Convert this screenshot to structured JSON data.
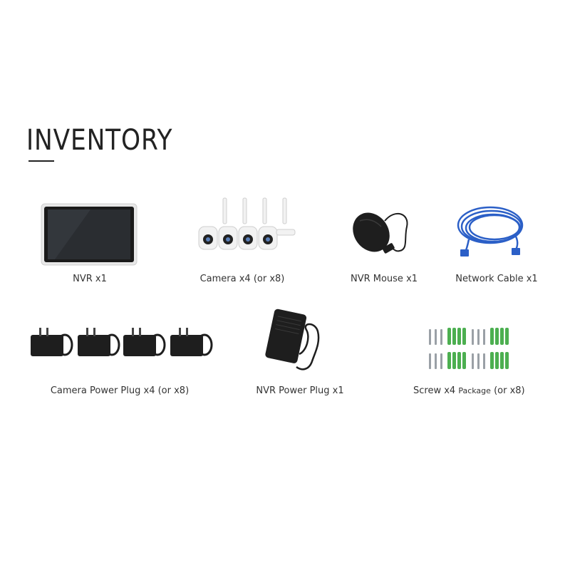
{
  "header": {
    "title": "INVENTORY"
  },
  "items": [
    {
      "label": "NVR x1"
    },
    {
      "label": "Camera x4 (or x8)"
    },
    {
      "label": "NVR Mouse x1"
    },
    {
      "label": "Network Cable x1"
    },
    {
      "label": "Camera Power Plug x4 (or x8)"
    },
    {
      "label": "NVR Power Plug x1"
    },
    {
      "label_main": "Screw x4 ",
      "label_small": "Package",
      "label_end": " (or x8)"
    }
  ],
  "colors": {
    "cable_blue": "#2b5fc7",
    "anchor_green": "#4caf50",
    "device_black": "#1e1e1e",
    "camera_white": "#f2f2f2"
  }
}
